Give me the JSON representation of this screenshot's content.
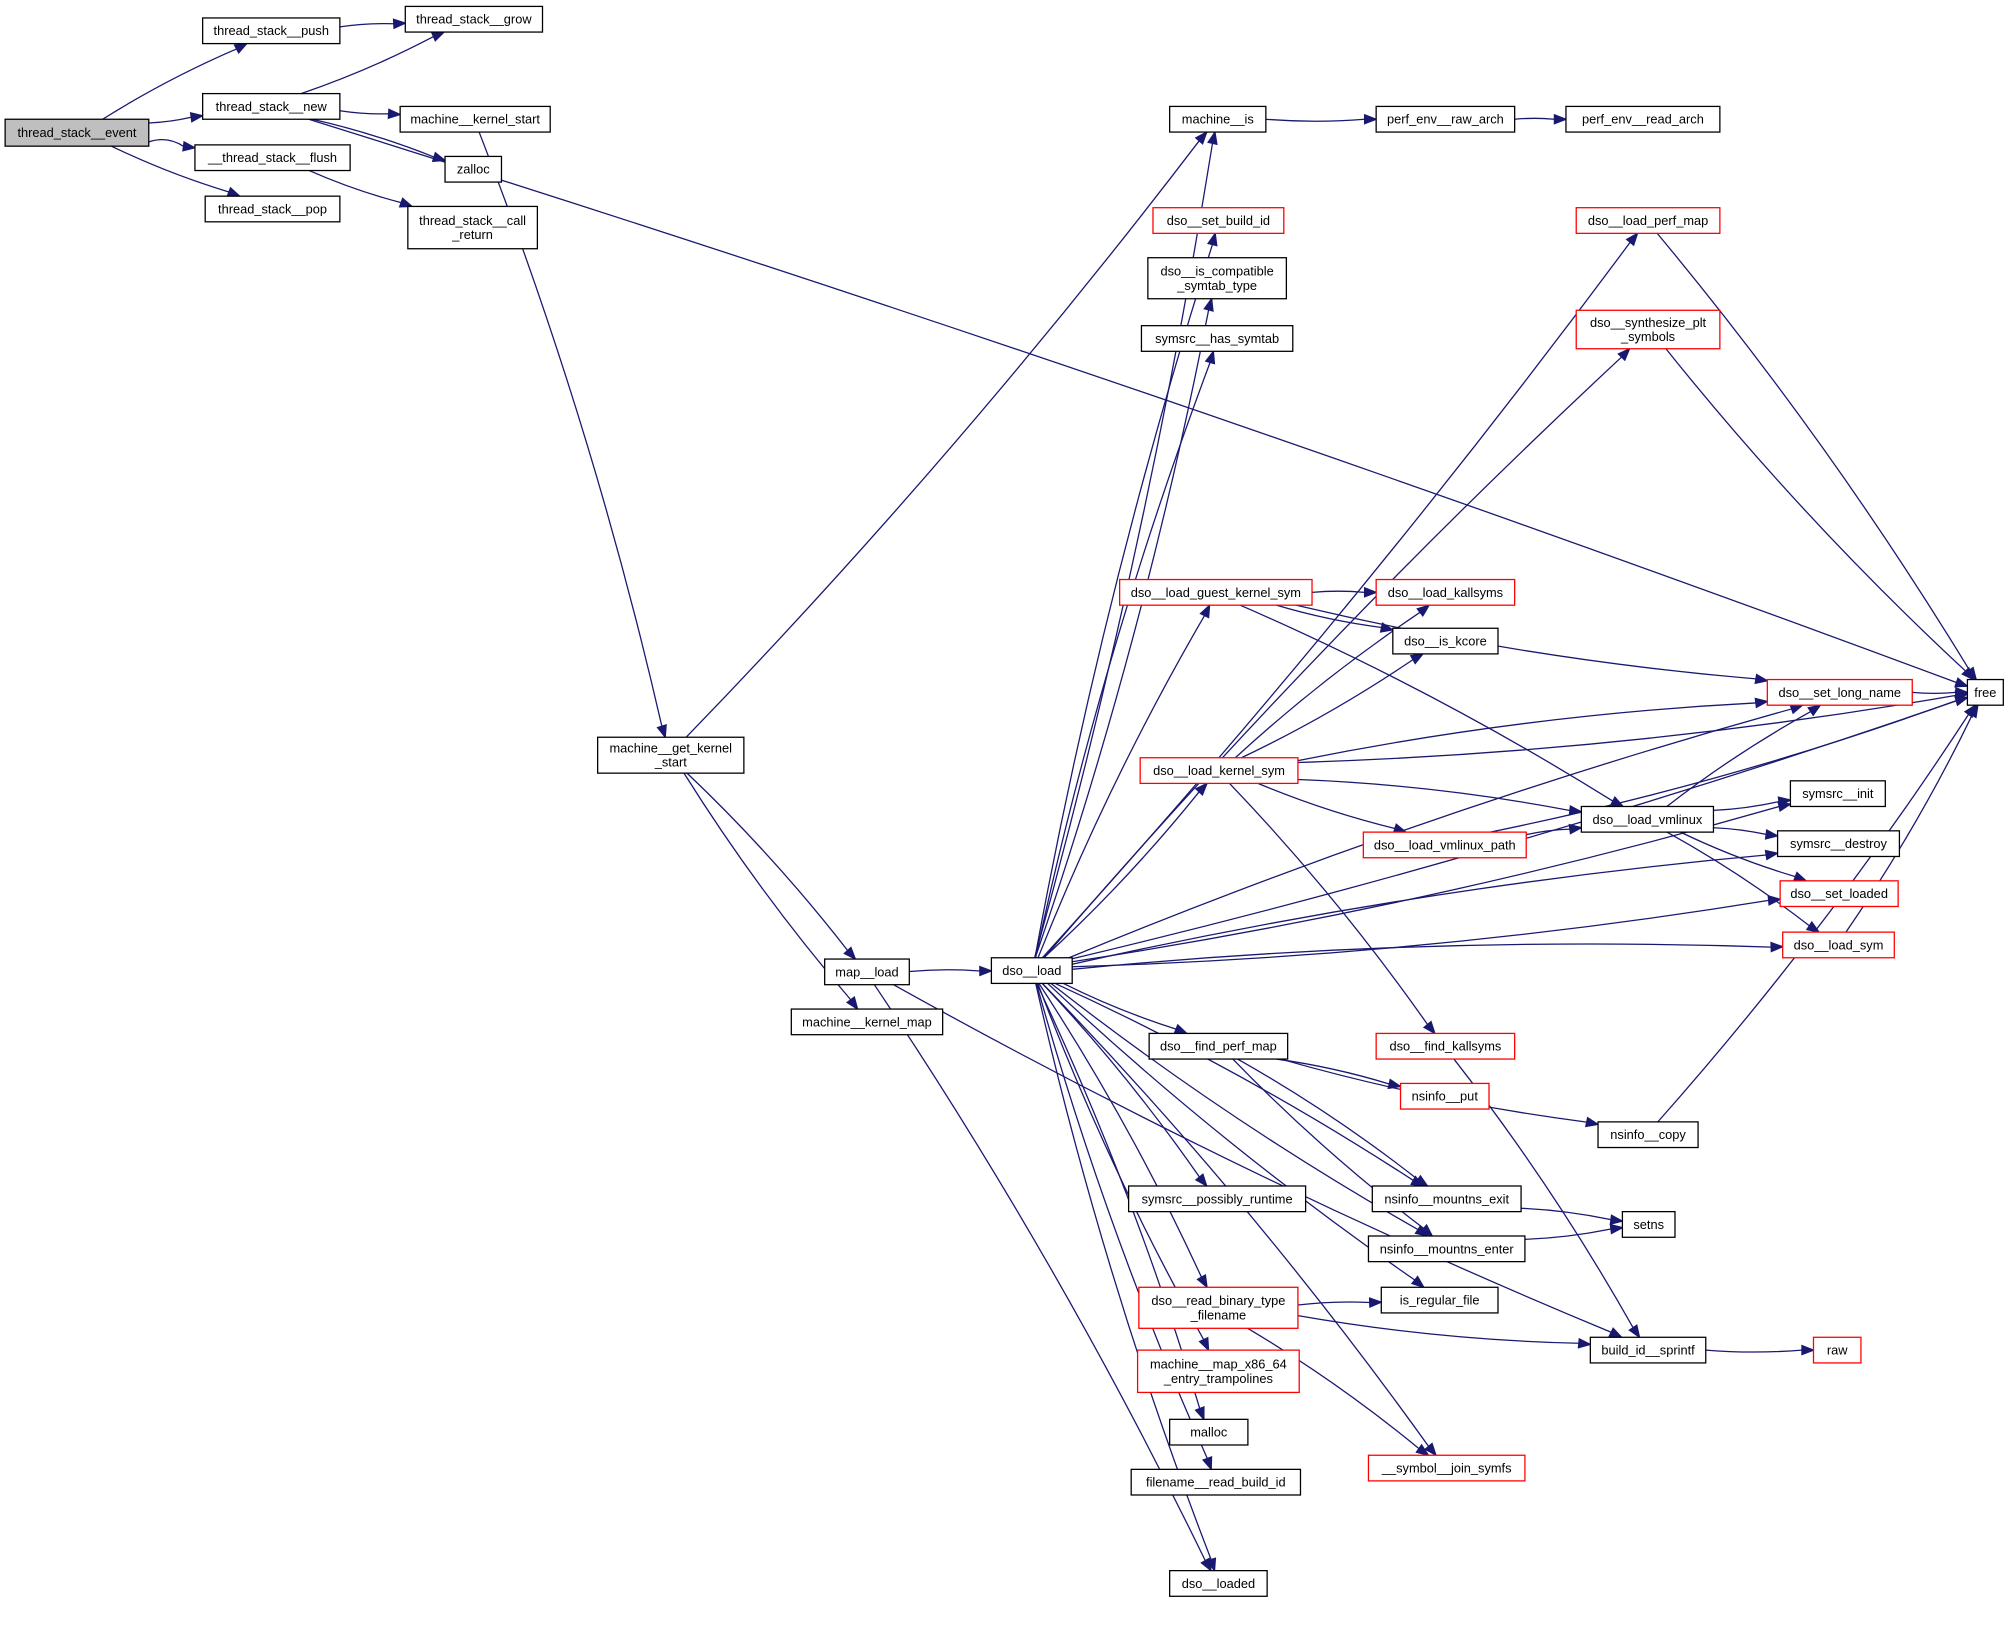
{
  "title": "thread_stack__event call graph",
  "colors": {
    "edge": "#191970",
    "root_fill": "#bfbfbf",
    "normal_border": "#000000",
    "truncated_border": "#ff0000"
  },
  "nodes": [
    {
      "id": "event",
      "label": [
        "thread_stack__event"
      ],
      "root": true
    },
    {
      "id": "push",
      "label": [
        "thread_stack__push"
      ]
    },
    {
      "id": "grow",
      "label": [
        "thread_stack__grow"
      ]
    },
    {
      "id": "new",
      "label": [
        "thread_stack__new"
      ]
    },
    {
      "id": "flush",
      "label": [
        "__thread_stack__flush"
      ]
    },
    {
      "id": "pop",
      "label": [
        "thread_stack__pop"
      ]
    },
    {
      "id": "mks",
      "label": [
        "machine__kernel_start"
      ]
    },
    {
      "id": "zalloc",
      "label": [
        "zalloc"
      ]
    },
    {
      "id": "callret",
      "label": [
        "thread_stack__call",
        "_return"
      ]
    },
    {
      "id": "mgks",
      "label": [
        "machine__get_kernel",
        "_start"
      ]
    },
    {
      "id": "mapload",
      "label": [
        "map__load"
      ]
    },
    {
      "id": "mkmap",
      "label": [
        "machine__kernel_map"
      ]
    },
    {
      "id": "dsoload",
      "label": [
        "dso__load"
      ]
    },
    {
      "id": "mis",
      "label": [
        "machine__is"
      ]
    },
    {
      "id": "rawarch",
      "label": [
        "perf_env__raw_arch"
      ]
    },
    {
      "id": "readarch",
      "label": [
        "perf_env__read_arch"
      ]
    },
    {
      "id": "setbid",
      "label": [
        "dso__set_build_id"
      ],
      "truncated": true
    },
    {
      "id": "compat",
      "label": [
        "dso__is_compatible",
        "_symtab_type"
      ]
    },
    {
      "id": "hassym",
      "label": [
        "symsrc__has_symtab"
      ]
    },
    {
      "id": "perfmap",
      "label": [
        "dso__load_perf_map"
      ],
      "truncated": true
    },
    {
      "id": "plt",
      "label": [
        "dso__synthesize_plt",
        "_symbols"
      ],
      "truncated": true
    },
    {
      "id": "guest",
      "label": [
        "dso__load_guest_kernel_sym"
      ],
      "truncated": true
    },
    {
      "id": "kallsyms",
      "label": [
        "dso__load_kallsyms"
      ],
      "truncated": true
    },
    {
      "id": "kcore",
      "label": [
        "dso__is_kcore"
      ]
    },
    {
      "id": "longname",
      "label": [
        "dso__set_long_name"
      ],
      "truncated": true
    },
    {
      "id": "free",
      "label": [
        "free"
      ]
    },
    {
      "id": "kernsym",
      "label": [
        "dso__load_kernel_sym"
      ],
      "truncated": true
    },
    {
      "id": "syminit",
      "label": [
        "symsrc__init"
      ]
    },
    {
      "id": "vmlinux",
      "label": [
        "dso__load_vmlinux"
      ]
    },
    {
      "id": "vmpath",
      "label": [
        "dso__load_vmlinux_path"
      ],
      "truncated": true
    },
    {
      "id": "symdestroy",
      "label": [
        "symsrc__destroy"
      ]
    },
    {
      "id": "setloaded",
      "label": [
        "dso__set_loaded"
      ],
      "truncated": true
    },
    {
      "id": "loadsym",
      "label": [
        "dso__load_sym"
      ],
      "truncated": true
    },
    {
      "id": "findperf",
      "label": [
        "dso__find_perf_map"
      ]
    },
    {
      "id": "findkall",
      "label": [
        "dso__find_kallsyms"
      ],
      "truncated": true
    },
    {
      "id": "nsput",
      "label": [
        "nsinfo__put"
      ],
      "truncated": true
    },
    {
      "id": "nscopy",
      "label": [
        "nsinfo__copy"
      ]
    },
    {
      "id": "possrt",
      "label": [
        "symsrc__possibly_runtime"
      ]
    },
    {
      "id": "nsexit",
      "label": [
        "nsinfo__mountns_exit"
      ]
    },
    {
      "id": "setns",
      "label": [
        "setns"
      ]
    },
    {
      "id": "nsenter",
      "label": [
        "nsinfo__mountns_enter"
      ]
    },
    {
      "id": "isreg",
      "label": [
        "is_regular_file"
      ]
    },
    {
      "id": "readbin",
      "label": [
        "dso__read_binary_type",
        "_filename"
      ],
      "truncated": true
    },
    {
      "id": "bidspr",
      "label": [
        "build_id__sprintf"
      ]
    },
    {
      "id": "raw",
      "label": [
        "raw"
      ],
      "truncated": true
    },
    {
      "id": "tramp",
      "label": [
        "machine__map_x86_64",
        "_entry_trampolines"
      ],
      "truncated": true
    },
    {
      "id": "malloc",
      "label": [
        "malloc"
      ]
    },
    {
      "id": "joinsym",
      "label": [
        "__symbol__join_symfs"
      ],
      "truncated": true
    },
    {
      "id": "readbid",
      "label": [
        "filename__read_build_id"
      ]
    },
    {
      "id": "loaded",
      "label": [
        "dso__loaded"
      ]
    }
  ],
  "edges": [
    [
      "event",
      "push"
    ],
    [
      "event",
      "new"
    ],
    [
      "event",
      "flush"
    ],
    [
      "event",
      "pop"
    ],
    [
      "push",
      "grow"
    ],
    [
      "new",
      "grow"
    ],
    [
      "new",
      "free"
    ],
    [
      "new",
      "mks"
    ],
    [
      "new",
      "zalloc"
    ],
    [
      "flush",
      "callret"
    ],
    [
      "mks",
      "mgks"
    ],
    [
      "mgks",
      "mis"
    ],
    [
      "mgks",
      "mapload"
    ],
    [
      "mgks",
      "mkmap"
    ],
    [
      "mapload",
      "dsoload"
    ],
    [
      "mapload",
      "bidspr"
    ],
    [
      "mapload",
      "loaded"
    ],
    [
      "mis",
      "rawarch"
    ],
    [
      "rawarch",
      "readarch"
    ],
    [
      "dsoload",
      "mis"
    ],
    [
      "dsoload",
      "setbid"
    ],
    [
      "dsoload",
      "compat"
    ],
    [
      "dsoload",
      "hassym"
    ],
    [
      "dsoload",
      "perfmap"
    ],
    [
      "dsoload",
      "plt"
    ],
    [
      "dsoload",
      "free"
    ],
    [
      "dsoload",
      "guest"
    ],
    [
      "dsoload",
      "kernsym"
    ],
    [
      "dsoload",
      "longname"
    ],
    [
      "dsoload",
      "syminit"
    ],
    [
      "dsoload",
      "symdestroy"
    ],
    [
      "dsoload",
      "setloaded"
    ],
    [
      "dsoload",
      "loadsym"
    ],
    [
      "dsoload",
      "findperf"
    ],
    [
      "dsoload",
      "nsexit"
    ],
    [
      "dsoload",
      "nsenter"
    ],
    [
      "dsoload",
      "possrt"
    ],
    [
      "dsoload",
      "isreg"
    ],
    [
      "dsoload",
      "readbin"
    ],
    [
      "dsoload",
      "tramp"
    ],
    [
      "dsoload",
      "malloc"
    ],
    [
      "dsoload",
      "readbid"
    ],
    [
      "dsoload",
      "joinsym"
    ],
    [
      "dsoload",
      "loaded"
    ],
    [
      "perfmap",
      "free"
    ],
    [
      "plt",
      "free"
    ],
    [
      "guest",
      "kallsyms"
    ],
    [
      "guest",
      "kcore"
    ],
    [
      "guest",
      "vmlinux"
    ],
    [
      "guest",
      "longname"
    ],
    [
      "kernsym",
      "kallsyms"
    ],
    [
      "kernsym",
      "kcore"
    ],
    [
      "kernsym",
      "longname"
    ],
    [
      "kernsym",
      "free"
    ],
    [
      "kernsym",
      "vmlinux"
    ],
    [
      "kernsym",
      "vmpath"
    ],
    [
      "kernsym",
      "findkall"
    ],
    [
      "longname",
      "free"
    ],
    [
      "vmpath",
      "vmlinux"
    ],
    [
      "vmpath",
      "free"
    ],
    [
      "vmlinux",
      "longname"
    ],
    [
      "vmlinux",
      "syminit"
    ],
    [
      "vmlinux",
      "symdestroy"
    ],
    [
      "vmlinux",
      "setloaded"
    ],
    [
      "vmlinux",
      "loadsym"
    ],
    [
      "loadsym",
      "free"
    ],
    [
      "findperf",
      "nsput"
    ],
    [
      "findperf",
      "nscopy"
    ],
    [
      "findperf",
      "nsexit"
    ],
    [
      "findperf",
      "nsenter"
    ],
    [
      "findkall",
      "bidspr"
    ],
    [
      "nscopy",
      "free"
    ],
    [
      "nsexit",
      "setns"
    ],
    [
      "nsenter",
      "setns"
    ],
    [
      "readbin",
      "isreg"
    ],
    [
      "readbin",
      "bidspr"
    ],
    [
      "readbin",
      "joinsym"
    ],
    [
      "bidspr",
      "raw"
    ]
  ]
}
